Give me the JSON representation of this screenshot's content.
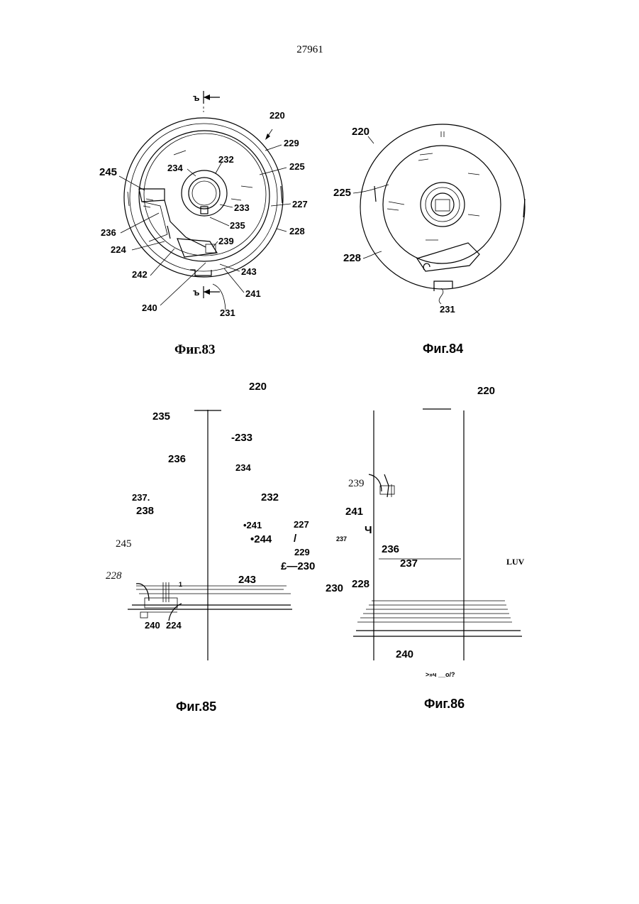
{
  "page_number": "27961",
  "fig83": {
    "caption": "Фиг.83",
    "section_mark": "ъ",
    "labels": {
      "l220": "220",
      "l229": "229",
      "l225": "225",
      "l232": "232",
      "l234": "234",
      "l245": "245",
      "l227": "227",
      "l233": "233",
      "l236": "236",
      "l235": "235",
      "l228": "228",
      "l224": "224",
      "l239": "239",
      "l242": "242",
      "l243": "243",
      "l240": "240",
      "l241": "241",
      "l231": "231"
    }
  },
  "fig84": {
    "caption": "Фиг.84",
    "labels": {
      "l220": "220",
      "l225": "225",
      "l228": "228",
      "l231": "231"
    }
  },
  "fig85": {
    "caption": "Фиг.85",
    "labels": {
      "l220": "220",
      "l235": "235",
      "l233": "-233",
      "l236": "236",
      "l234": "234",
      "l237": "237.",
      "l232": "232",
      "l238": "238",
      "l241": "•241",
      "l227": "227",
      "l244": "•244",
      "slash": "/",
      "l245": "245",
      "l229": "229",
      "l230": "£—230",
      "l228": "228",
      "l243": "243",
      "l240": "240",
      "l224": "224",
      "mark1": "1"
    }
  },
  "fig86": {
    "caption": "Фиг.86",
    "labels": {
      "l220": "220",
      "l239": "239",
      "l241": "241",
      "glyph": "Ч",
      "l237top": "237",
      "l236": "236",
      "l237": "237",
      "luv": "LUV",
      "l230": "230",
      "l228": "228",
      "l240": "240",
      "footnote": ">»ч __о/?"
    }
  }
}
